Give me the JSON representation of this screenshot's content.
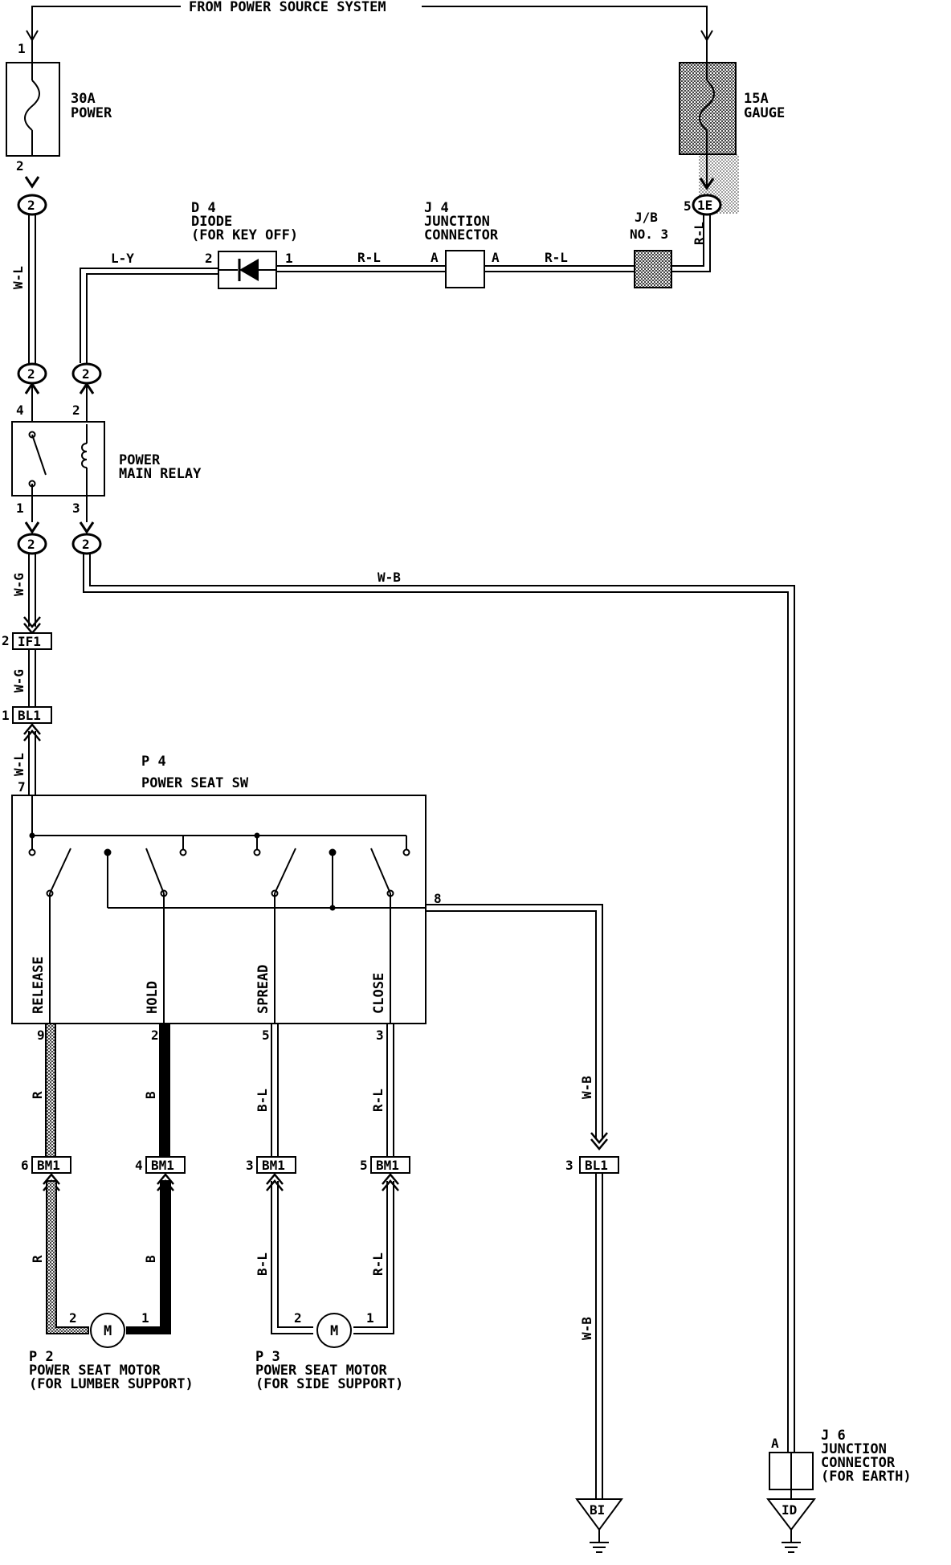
{
  "source_label": "FROM POWER SOURCE SYSTEM",
  "fuse_30a": {
    "rating": "30A",
    "name": "POWER",
    "pin_in": "1",
    "pin_out": "2"
  },
  "fuse_15a": {
    "rating": "15A",
    "name": "GAUGE"
  },
  "connector_2": "2",
  "connector_1e": "1E",
  "pin_5": "5",
  "diode": {
    "ref": "D 4",
    "name": "DIODE",
    "note": "(FOR KEY OFF)",
    "pin_left": "2",
    "pin_right": "1"
  },
  "j4": {
    "ref": "J 4",
    "line1": "JUNCTION",
    "line2": "CONNECTOR",
    "pin": "A"
  },
  "jb": {
    "line1": "J/B",
    "line2": "NO. 3"
  },
  "relay": {
    "line1": "POWER",
    "line2": "MAIN RELAY",
    "pin_tl": "4",
    "pin_tr": "2",
    "pin_bl": "1",
    "pin_br": "3"
  },
  "wire_colors": {
    "wl": "W-L",
    "ly": "L-Y",
    "rl": "R-L",
    "wg": "W-G",
    "wb": "W-B",
    "r": "R",
    "b": "B",
    "bl": "B-L"
  },
  "connectors": {
    "if1": "IF1",
    "bl1": "BL1",
    "bm1": "BM1",
    "bi": "BI",
    "id": "ID"
  },
  "switch": {
    "ref": "P 4",
    "name": "POWER SEAT SW",
    "pin_top": "7",
    "pin_earth": "8",
    "positions": [
      "RELEASE",
      "HOLD",
      "SPREAD",
      "CLOSE"
    ],
    "pins": [
      "9",
      "2",
      "5",
      "3"
    ]
  },
  "bm1_pins": [
    "6",
    "4",
    "3",
    "5"
  ],
  "bl1_pins": {
    "top": "1",
    "earth": "3"
  },
  "if1_pin": "2",
  "motor_symbol": "M",
  "motor_pins": {
    "left": "2",
    "right": "1"
  },
  "motor_p2": {
    "ref": "P 2",
    "line1": "POWER SEAT MOTOR",
    "line2": "(FOR LUMBER SUPPORT)"
  },
  "motor_p3": {
    "ref": "P 3",
    "line1": "POWER SEAT MOTOR",
    "line2": "(FOR SIDE SUPPORT)"
  },
  "j6": {
    "ref": "J 6",
    "line1": "JUNCTION",
    "line2": "CONNECTOR",
    "line3": "(FOR EARTH)",
    "pin": "A"
  }
}
